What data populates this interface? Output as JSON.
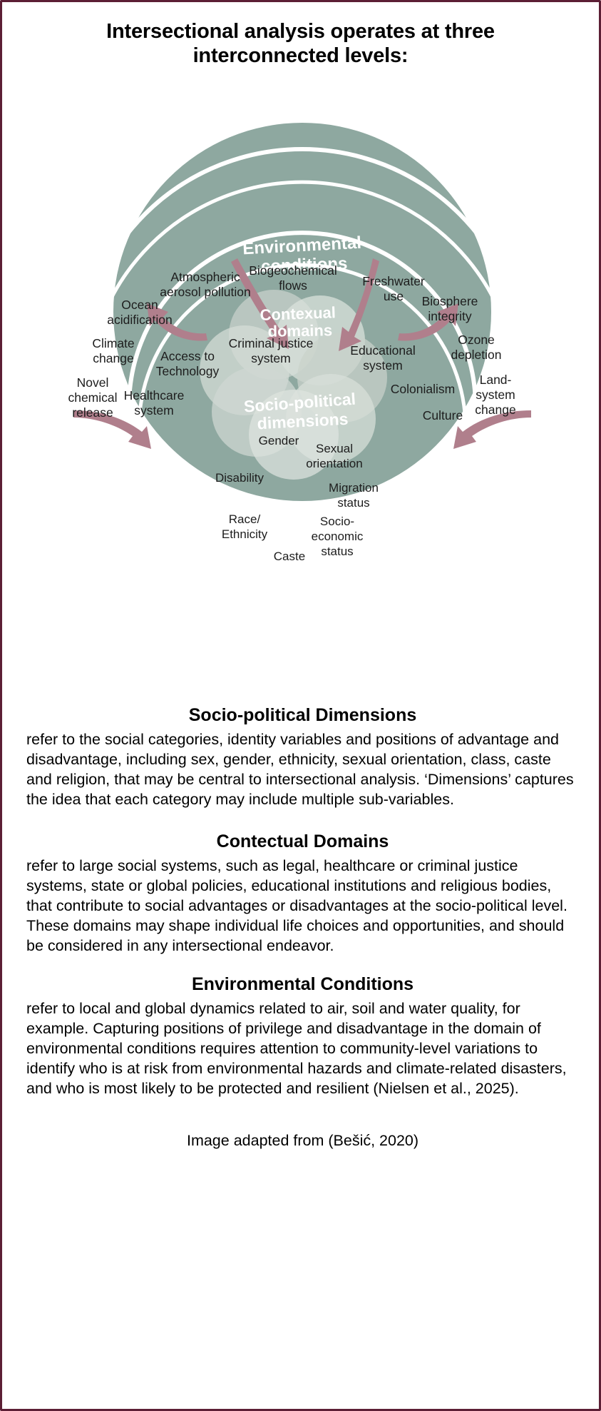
{
  "title": "Intersectional analysis operates at three interconnected levels:",
  "colors": {
    "border": "#5c1f35",
    "ring_fill": "#86a49a",
    "ring_fill_outer": "#8fa9a0",
    "arrow": "#b07f8c",
    "band_line": "#ffffff",
    "venn_fill": "#d8ded9",
    "text_dark": "#1a1a1a",
    "text_white": "#ffffff"
  },
  "diagram": {
    "band_labels": [
      {
        "key": "environmental",
        "text_line1": "Environmental",
        "text_line2": "conditions"
      },
      {
        "key": "contextual",
        "text_line1": "Contexual",
        "text_line2": "domains"
      },
      {
        "key": "socio_political",
        "text_line1": "Socio-political",
        "text_line2": "dimensions"
      }
    ],
    "environmental_conditions": [
      "Atmospheric aerosol pollution",
      "Biogeochemical flows",
      "Freshwater use",
      "Biosphere integrity",
      "Ozone depletion",
      "Land-system change",
      "Novel chemical release",
      "Climate change",
      "Ocean acidification"
    ],
    "contextual_domains": [
      "Access to Technology",
      "Criminal justice system",
      "Educational system",
      "Colonialism",
      "Culture",
      "Healthcare system"
    ],
    "socio_political_dimensions": [
      "Gender",
      "Sexual orientation",
      "Migration status",
      "Socio-economic status",
      "Caste",
      "Race/Ethnicity",
      "Disability"
    ],
    "labels": {
      "atmospheric_l1": "Atmospheric",
      "atmospheric_l2": "aerosol pollution",
      "biogeochemical_l1": "Biogeochemical",
      "biogeochemical_l2": "flows",
      "freshwater_l1": "Freshwater",
      "freshwater_l2": "use",
      "biosphere_l1": "Biosphere",
      "biosphere_l2": "integrity",
      "ozone_l1": "Ozone",
      "ozone_l2": "depletion",
      "land_l1": "Land-",
      "land_l2": "system",
      "land_l3": "change",
      "ocean_l1": "Ocean",
      "ocean_l2": "acidification",
      "climate_l1": "Climate",
      "climate_l2": "change",
      "novel_l1": "Novel",
      "novel_l2": "chemical",
      "novel_l3": "release",
      "access_l1": "Access to",
      "access_l2": "Technology",
      "healthcare_l1": "Healthcare",
      "healthcare_l2": "system",
      "criminal_l1": "Criminal justice",
      "criminal_l2": "system",
      "educational_l1": "Educational",
      "educational_l2": "system",
      "colonialism_l1": "Colonialism",
      "culture_l1": "Culture",
      "gender_l1": "Gender",
      "sexual_l1": "Sexual",
      "sexual_l2": "orientation",
      "disability_l1": "Disability",
      "migration_l1": "Migration",
      "migration_l2": "status",
      "race_l1": "Race/",
      "race_l2": "Ethnicity",
      "socioecon_l1": "Socio-",
      "socioecon_l2": "economic",
      "socioecon_l3": "status",
      "caste_l1": "Caste"
    }
  },
  "sections": [
    {
      "heading": "Socio-political Dimensions",
      "body": "refer to the social categories, identity variables and positions of advantage and disadvantage, including sex, gender, ethnicity, sexual orientation, class, caste and religion, that may be central to intersectional analysis. ‘Dimensions’ captures the idea that each category may include multiple sub-variables."
    },
    {
      "heading": "Contectual Domains",
      "body": "refer to large social systems, such as legal, healthcare or criminal justice systems, state or global policies, educational institutions and religious bodies, that contribute to social advantages or disadvantages at the socio-political level. These domains may shape individual life choices and opportunities, and should be considered in any intersectional endeavor."
    },
    {
      "heading": "Environmental Conditions",
      "body": "refer to local and global dynamics related to air, soil and water quality, for example. Capturing positions of privilege and disadvantage in the domain of environmental conditions requires attention to community-level variations to identify who is at risk from environmental hazards and climate-related disasters, and who is most likely to be protected and resilient (Nielsen et al., 2025)."
    }
  ],
  "credit": "Image adapted from (Bešić, 2020)"
}
